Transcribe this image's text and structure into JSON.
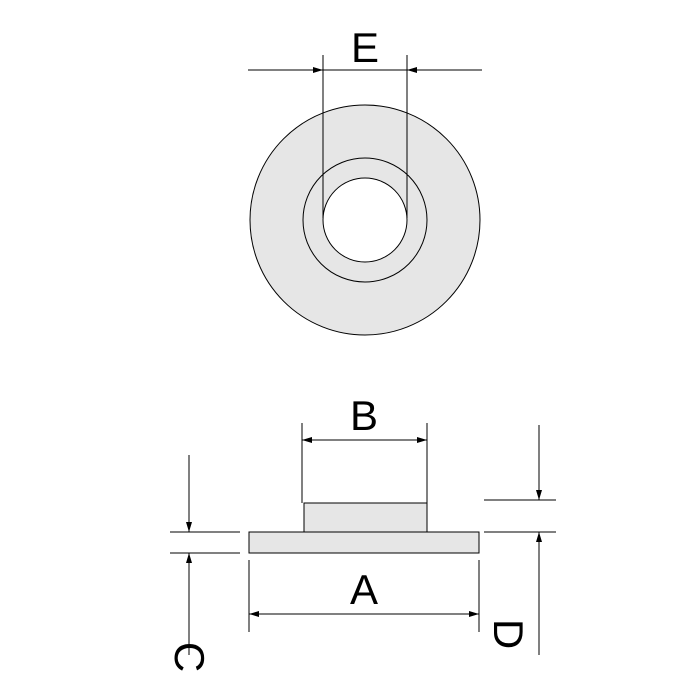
{
  "labels": {
    "E": "E",
    "B": "B",
    "A": "A",
    "C": "C",
    "D": "D"
  },
  "colors": {
    "fill": "#e6e6e6",
    "stroke": "#000000",
    "background": "#ffffff"
  }
}
